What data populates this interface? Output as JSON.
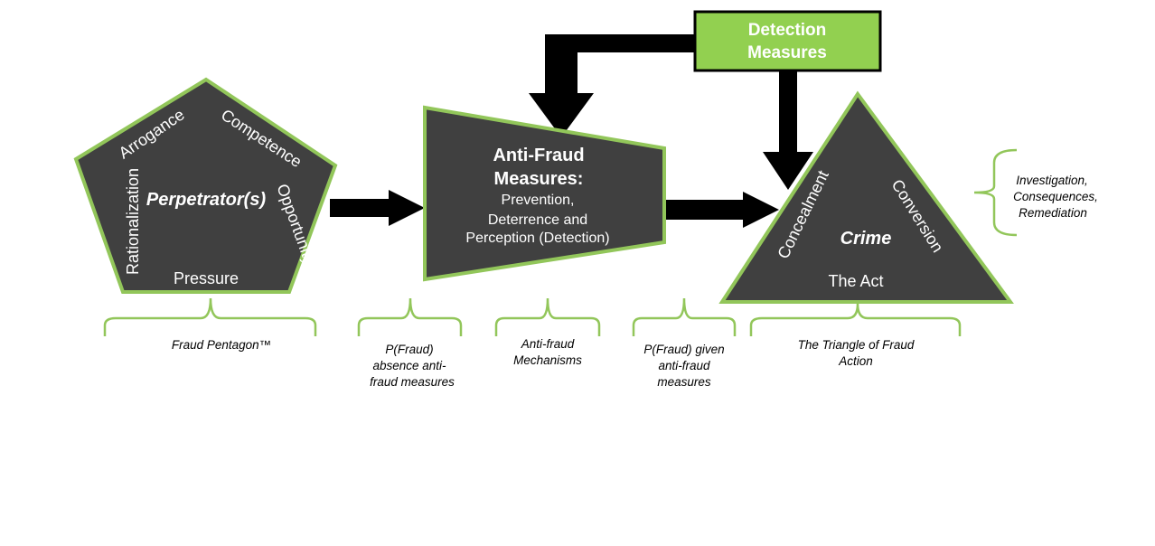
{
  "colors": {
    "shape_fill": "#404040",
    "shape_stroke": "#92c65a",
    "detection_box_fill": "#92d050",
    "arrow": "#000000",
    "bracket": "#92c65a"
  },
  "detection": {
    "line1": "Detection",
    "line2": "Measures"
  },
  "pentagon": {
    "title": "Perpetrator(s)",
    "sides": {
      "top_left": "Arrogance",
      "top_right": "Competence",
      "right": "Opportunity",
      "bottom": "Pressure",
      "left": "Rationalization"
    }
  },
  "anti_fraud": {
    "title_line1": "Anti-Fraud",
    "title_line2": "Measures:",
    "line3": "Prevention,",
    "line4": "Deterrence and",
    "line5": "Perception (Detection)"
  },
  "triangle": {
    "title": "Crime",
    "left_side": "Concealment",
    "right_side": "Conversion",
    "bottom": "The Act"
  },
  "side_note": {
    "line1": "Investigation,",
    "line2": "Consequences,",
    "line3": "Remediation"
  },
  "bottom_notes": {
    "pentagon": {
      "line1": "Fraud Pentagon™"
    },
    "p_absence": {
      "line1": "P(Fraud)",
      "line2": "absence anti-",
      "line3": "fraud measures"
    },
    "mechanisms": {
      "line1": "Anti-fraud",
      "line2": "Mechanisms"
    },
    "p_given": {
      "line1": "P(Fraud) given",
      "line2": "anti-fraud",
      "line3": "measures"
    },
    "triangle": {
      "line1": "The Triangle of Fraud",
      "line2": "Action"
    }
  }
}
